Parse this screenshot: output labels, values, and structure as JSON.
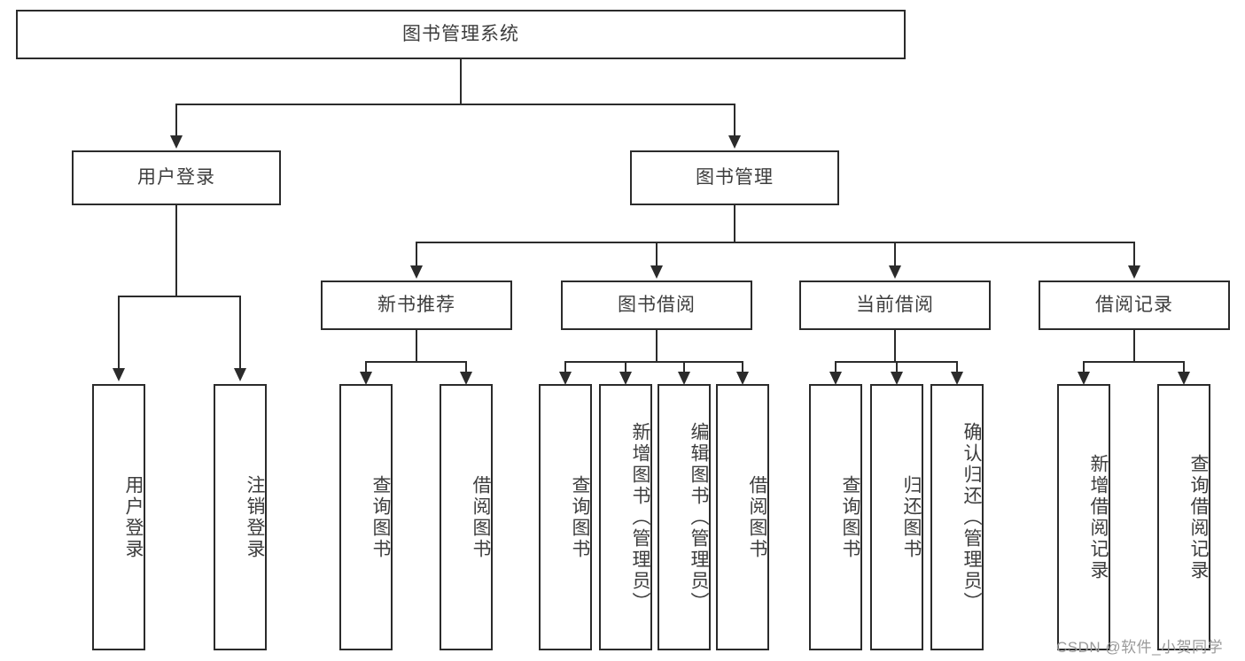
{
  "diagram": {
    "type": "tree",
    "title": "图书管理系统",
    "root": {
      "label": "图书管理系统"
    },
    "level2": [
      {
        "label": "用户登录"
      },
      {
        "label": "图书管理"
      }
    ],
    "level3": [
      {
        "label": "新书推荐"
      },
      {
        "label": "图书借阅"
      },
      {
        "label": "当前借阅"
      },
      {
        "label": "借阅记录"
      }
    ],
    "leaves": {
      "user_login": [
        {
          "label": "用户登录"
        },
        {
          "label": "注销登录"
        }
      ],
      "new_book_recommend": [
        {
          "label": "查询图书"
        },
        {
          "label": "借阅图书"
        }
      ],
      "book_borrow": [
        {
          "label": "查询图书"
        },
        {
          "label": "新增图书（管理员）"
        },
        {
          "label": "编辑图书（管理员）"
        },
        {
          "label": "借阅图书"
        }
      ],
      "current_borrow": [
        {
          "label": "查询图书"
        },
        {
          "label": "归还图书"
        },
        {
          "label": "确认归还（管理员）"
        }
      ],
      "borrow_record": [
        {
          "label": "新增借阅记录"
        },
        {
          "label": "查询借阅记录"
        }
      ]
    }
  },
  "watermark": {
    "text": "CSDN @软件_小贺同学"
  },
  "colors": {
    "stroke": "#2b2b2b",
    "text": "#3d3d3d",
    "background": "#ffffff",
    "watermark": "#9a9a9a"
  }
}
